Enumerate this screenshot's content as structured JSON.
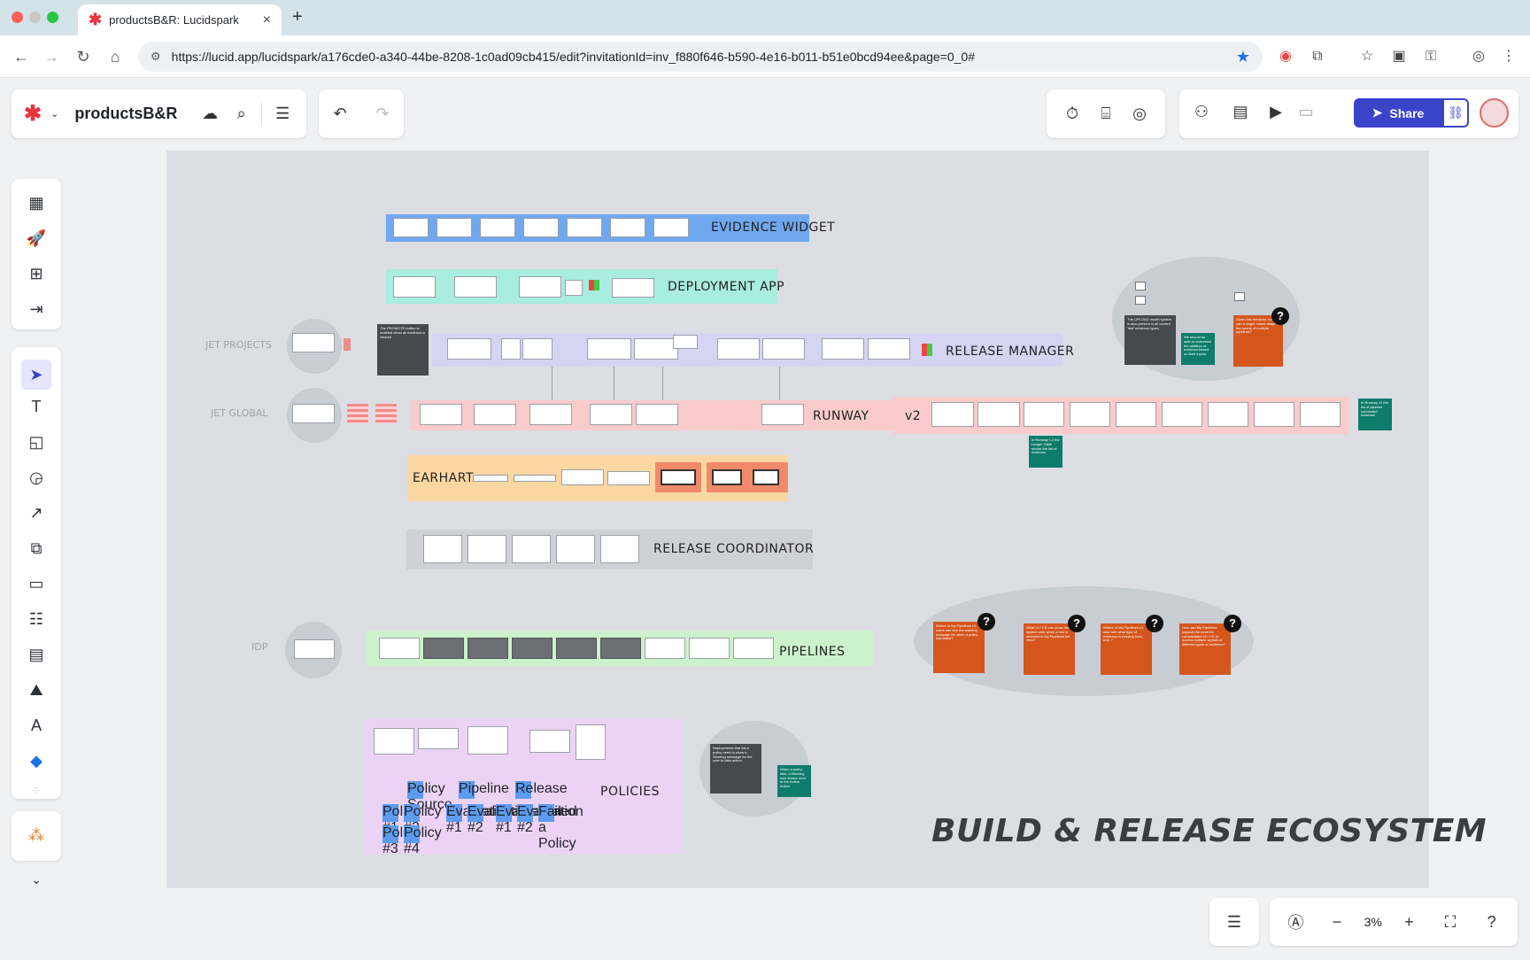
{
  "browser": {
    "tab_title": "productsB&R: Lucidspark",
    "url": "https://lucid.app/lucidspark/a176cde0-a340-44be-8208-1c0ad09cb415/edit?invitationId=inv_f880f646-b590-4e16-b011-b51e0bcd94ee&page=0_0#"
  },
  "app": {
    "doc_name": "productsB&R",
    "share_label": "Share",
    "zoom": "3%"
  },
  "canvas": {
    "swimlanes": {
      "evidence_widget": "EVIDENCE WIDGET",
      "deployment_app": "DEPLOYMENT APP",
      "release_manager": "RELEASE MANAGER",
      "runway": "RUNWAY",
      "v2": "v2",
      "earhart": "EARHART",
      "release_coordinator": "RELEASE COORDINATOR",
      "pipelines": "PIPELINES",
      "policies": "POLICIES"
    },
    "side_labels": {
      "jet_projects": "JET PROJECTS",
      "jet_global": "JET GLOBAL",
      "idp": "IDP"
    },
    "promote_note": "The PROMOTE button is enabled when all evidence is cleared",
    "deployments_note": "Deployments that fail a policy need to show a Warning message for the user to take action",
    "policy_warning_note": "When a policy fails, a Warning icon shown next to the Action button",
    "question_notes": [
      "Where in My Pipelines UI, users can see the warning message for when a policy has failed?",
      "What UI / CD can show the system user when a row is selected in My Pipelines list view?",
      "Where in My Pipelines UI, user see what type of evidence is missing from, test..?",
      "How can My Pipelines support the need for consolidated UI / CD to access multiple signals of different types of evidence?"
    ],
    "top_right_notes": [
      "The UPLOAD model system is also present in all current 'test' evidence types",
      "We should be able to customize the addition of evidence based on their inputs",
      "Given this behavior, how can a single model adapt to the needs of multiple pipelines?"
    ],
    "runway_note": "In Runway v.2 the Ledger Table shows the list of evidence",
    "v2_note": "In Runway v2 the list of pipeline connected evidence",
    "policy_boxes": [
      "Policy Source",
      "Pipeline",
      "Release",
      "Policy #1",
      "Policy #2",
      "Evaluation #1",
      "Evaluation #2",
      "Evaluation #1",
      "Evaluation #2",
      "Failed a Policy",
      "Policy #3",
      "Policy #4"
    ],
    "title": "BUILD & RELEASE ECOSYSTEM"
  },
  "colors": {
    "evidence_widget": "#6fa8ef",
    "deployment_app": "#a9ece0",
    "release_manager": "#d6d4f3",
    "runway": "#f9cbcb",
    "earhart": "#fbd7a2",
    "release_coordinator": "#cfd1d6",
    "pipelines": "#ccf2cc",
    "policies": "#ecd3f5",
    "orange_note": "#d4561d",
    "teal_note": "#0e7c6b",
    "dark_note": "#454950",
    "share_button": "#3a44c9"
  },
  "icons": {
    "left_toolbar": [
      "templates-icon",
      "quick-start-icon",
      "add-page-icon",
      "import-icon",
      "select-icon",
      "text-icon",
      "sticky-note-icon",
      "shapes-icon",
      "line-icon",
      "frame-icon",
      "container-icon",
      "table-icon",
      "document-icon",
      "image-icon",
      "draw-icon",
      "integrations-icon",
      "more-shapes-icon"
    ],
    "top_right": [
      "timer-icon",
      "gift-icon",
      "incognito-icon",
      "collaborators-icon",
      "comments-icon",
      "present-icon",
      "video-icon"
    ]
  }
}
